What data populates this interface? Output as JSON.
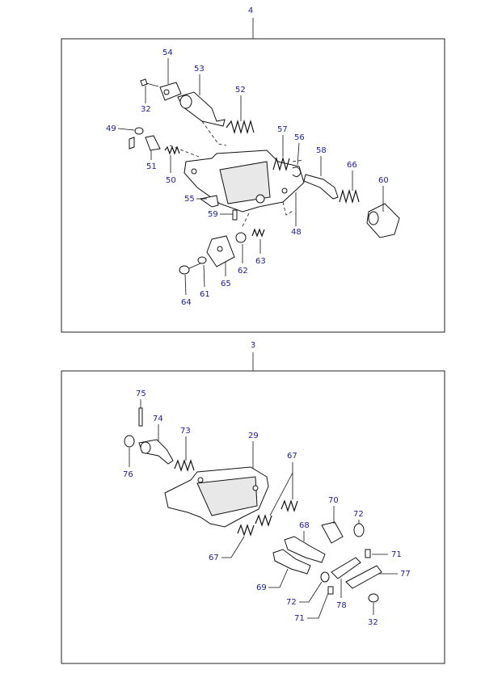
{
  "diagram": {
    "groups": [
      {
        "number": "4",
        "callouts": [
          "54",
          "53",
          "32",
          "52",
          "49",
          "57",
          "56",
          "58",
          "51",
          "50",
          "66",
          "60",
          "55",
          "59",
          "48",
          "63",
          "62",
          "65",
          "61",
          "64"
        ]
      },
      {
        "number": "3",
        "callouts": [
          "75",
          "74",
          "73",
          "76",
          "29",
          "67",
          "70",
          "72",
          "68",
          "71",
          "67",
          "69",
          "72",
          "77",
          "71",
          "78",
          "32"
        ]
      }
    ]
  }
}
